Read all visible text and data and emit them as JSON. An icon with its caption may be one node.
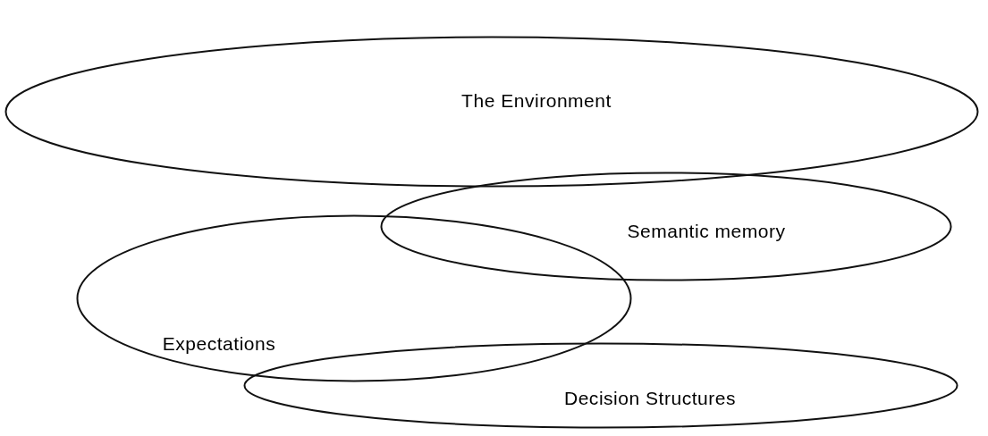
{
  "diagram": {
    "nodes": [
      {
        "text": [
          "The Environment"
        ]
      },
      {
        "text": [
          "Semantic memory"
        ]
      },
      {
        "text": [
          "Expectations"
        ]
      },
      {
        "text": [
          "Decision Structures"
        ]
      }
    ]
  }
}
